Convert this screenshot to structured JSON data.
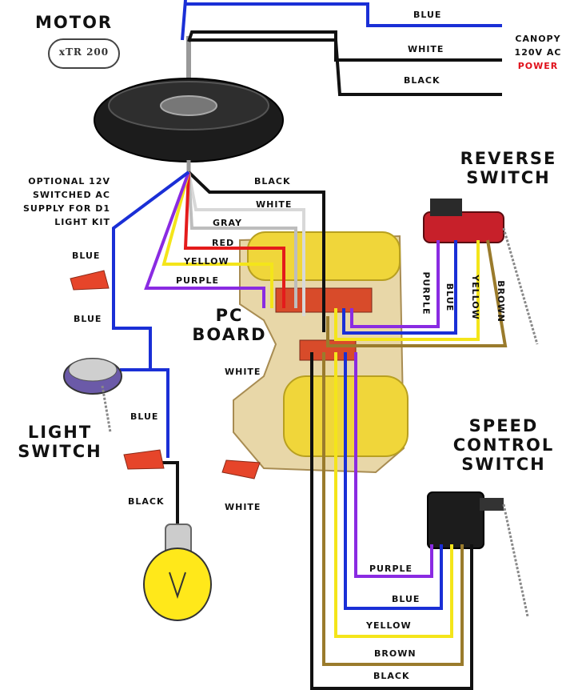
{
  "titles": {
    "motor": "MOTOR",
    "reverse_switch": [
      "REVERSE",
      "SWITCH"
    ],
    "pc_board": [
      "PC",
      "BOARD"
    ],
    "light_switch": [
      "LIGHT",
      "SWITCH"
    ],
    "speed_control_switch": [
      "SPEED",
      "CONTROL",
      "SWITCH"
    ]
  },
  "logo": "xTR 200",
  "canopy": {
    "line1": "CANOPY",
    "line2": "120V AC",
    "line3": "POWER"
  },
  "optional_note": [
    "OPTIONAL 12V",
    "SWITCHED AC",
    "SUPPLY FOR D1",
    "LIGHT KIT"
  ],
  "wire_labels": {
    "canopy_blue": "BLUE",
    "canopy_white": "WHITE",
    "canopy_black": "BLACK",
    "board_black": "BLACK",
    "board_white": "WHITE",
    "board_gray": "GRAY",
    "board_red": "RED",
    "board_yellow": "YELLOW",
    "board_purple": "PURPLE",
    "reverse_purple": "PURPLE",
    "reverse_blue": "BLUE",
    "reverse_yellow": "YELLOW",
    "reverse_brown": "BROWN",
    "left_blue_1": "BLUE",
    "left_blue_2": "BLUE",
    "left_blue_3": "BLUE",
    "pc_white": "WHITE",
    "light_black": "BLACK",
    "lower_white": "WHITE",
    "speed_purple": "PURPLE",
    "speed_blue": "BLUE",
    "speed_yellow": "YELLOW",
    "speed_brown": "BROWN",
    "speed_black": "BLACK"
  },
  "colors": {
    "blue": "#1a2fd6",
    "black": "#111111",
    "white_wire": "#d8d8d8",
    "gray": "#bdbdbd",
    "red": "#e41b1b",
    "yellow": "#f4e51a",
    "purple": "#8a2be2",
    "brown": "#9a7b2c",
    "power_red": "#e0101a"
  }
}
